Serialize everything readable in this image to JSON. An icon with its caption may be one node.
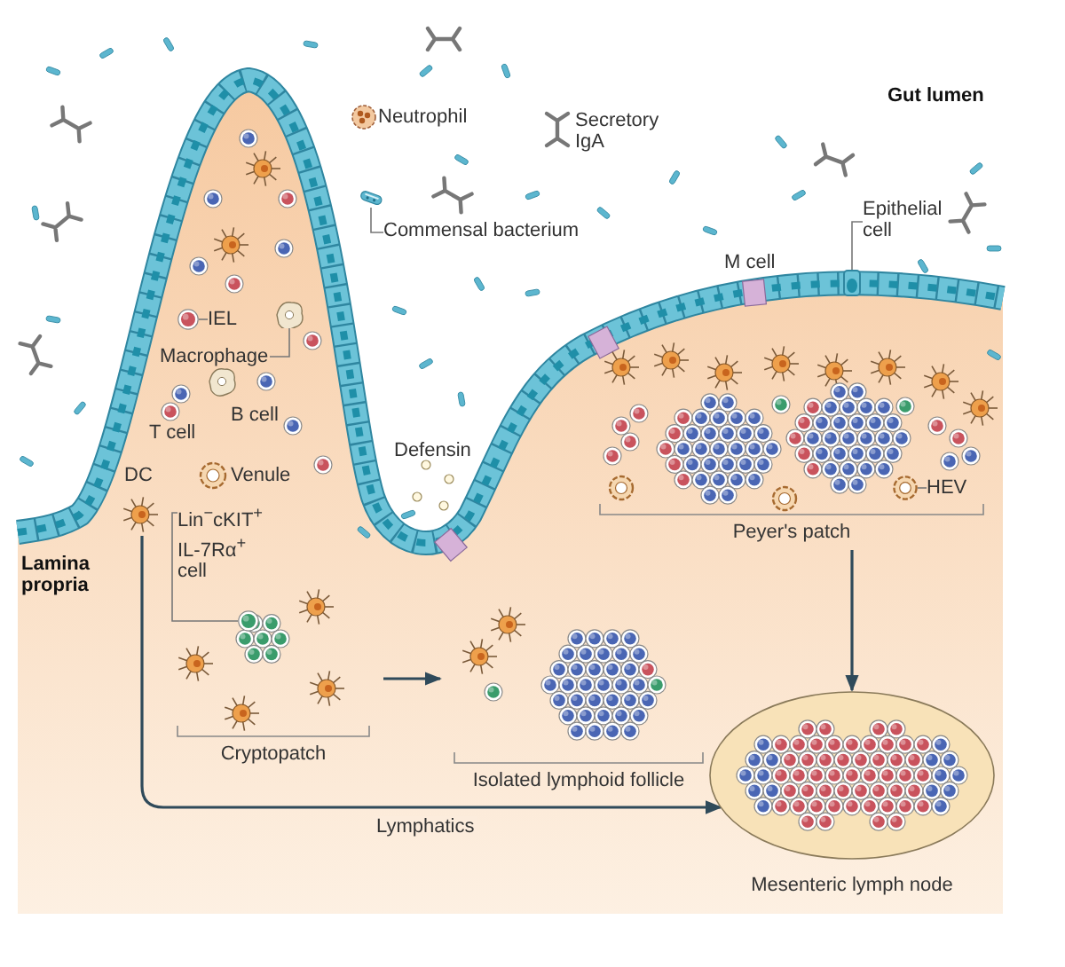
{
  "diagram": {
    "nodes": [
      {
        "text": [
          "Commensal bacterium"
        ]
      },
      {
        "text": [],
        "shape": "picture"
      },
      {
        "text": [
          "Epithelial cell"
        ]
      },
      {
        "text": [],
        "shape": "picture"
      },
      {
        "text": [
          "IEL"
        ]
      },
      {
        "text": [],
        "shape": "picture"
      },
      {
        "text": [
          "Macrophage"
        ]
      },
      {
        "text": [],
        "shape": "picture"
      },
      {
        "text": [
          "Peyer's patch"
        ]
      },
      {
        "text": [],
        "shape": "picture",
        "in": 8
      },
      {
        "text": [
          "HEV"
        ],
        "in": 8
      },
      {
        "text": [
          "DC"
        ]
      },
      {
        "text": [
          "Lin$^{−}$cKIT$^{+}$ IL-7Rα$^{+}$ cell"
        ]
      },
      {
        "text": [
          "Cryptopatch"
        ]
      },
      {
        "text": [],
        "shape": "picture",
        "in": 13
      },
      {
        "text": [
          "Isolated lymphoid follicle"
        ]
      },
      {
        "text": [
          "Mesenteric lymph node"
        ]
      }
    ],
    "edges": [
      {
        "from": 0,
        "to": 1,
        "arrow": "none"
      },
      {
        "from": 2,
        "to": 3,
        "arrow": "none"
      },
      {
        "from": 4,
        "to": 5,
        "arrow": "none"
      },
      {
        "from": 6,
        "to": 7,
        "arrow": "none"
      },
      {
        "from": 10,
        "to": 9,
        "arrow": "none"
      },
      {
        "from": 12,
        "to": 14,
        "arrow": "none"
      },
      {
        "from": 13,
        "to": 15,
        "arrow": "to"
      },
      {
        "from": 8,
        "to": 16,
        "arrow": "to"
      },
      {
        "from": 11,
        "to": 16,
        "arrow": "to",
        "label": "Lymphatics"
      }
    ],
    "labels": [
      "Neutrophil",
      "Secretory IgA",
      "Gut lumen",
      "M cell",
      "B cell",
      "T cell",
      "Venule",
      "Defensin",
      "Lamina propria"
    ]
  }
}
